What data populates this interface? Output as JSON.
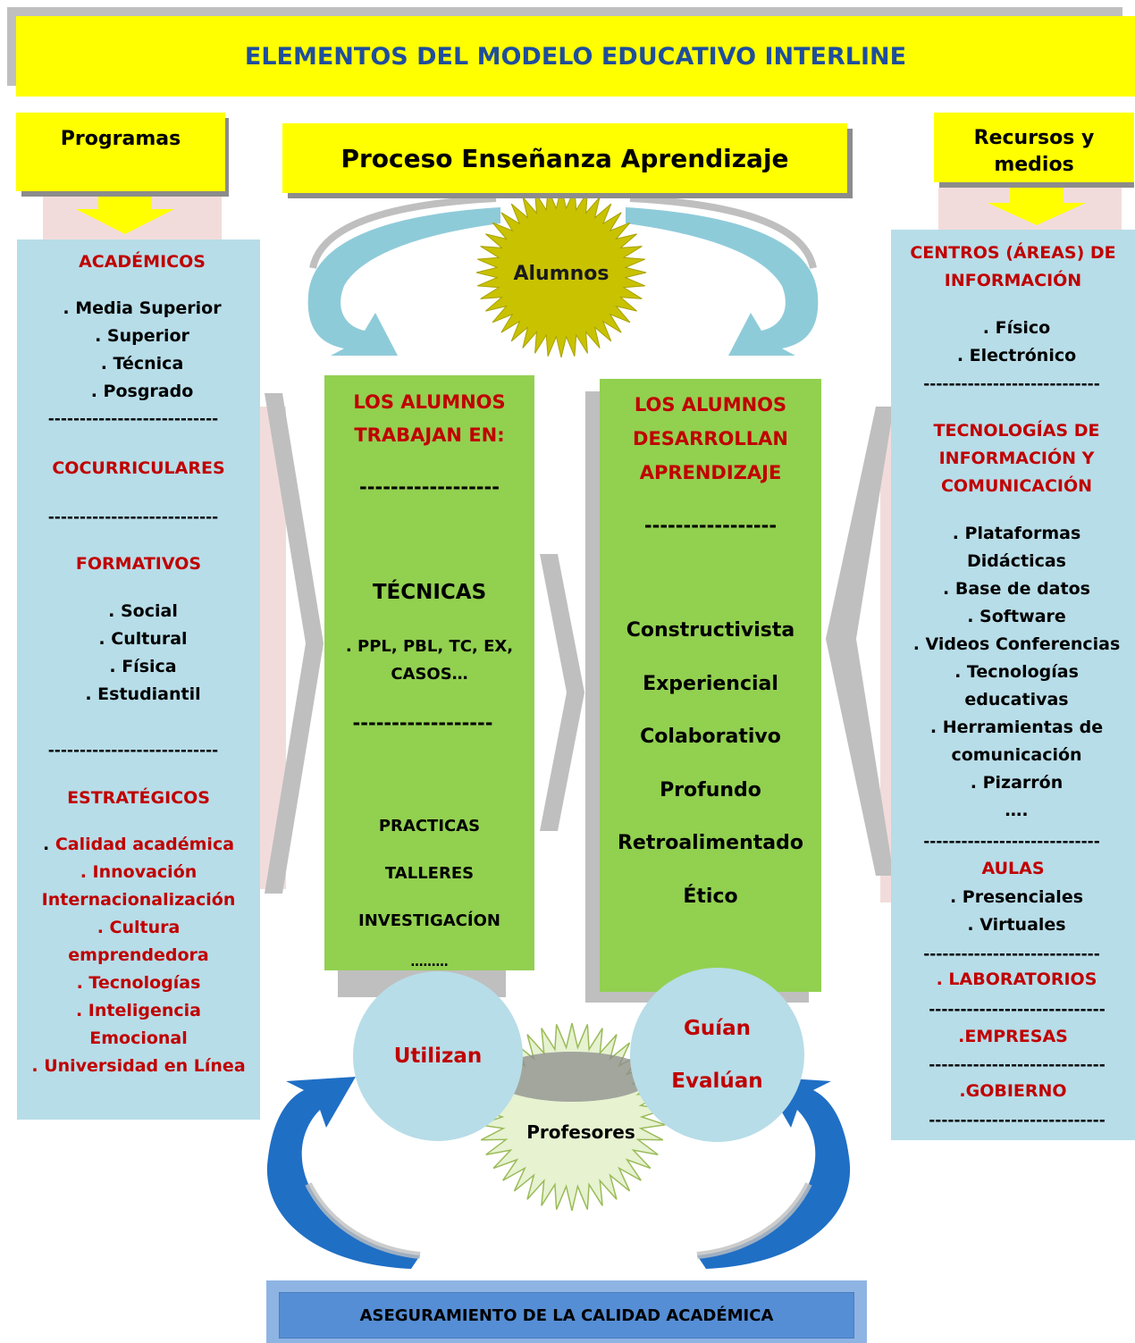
{
  "title": "ELEMENTOS DEL MODELO EDUCATIVO INTERLINE",
  "headers": {
    "programas": "Programas",
    "proceso": "Proceso Enseñanza Aprendizaje",
    "recursos_line1": "Recursos y",
    "recursos_line2": "medios"
  },
  "alumnos": "Alumnos",
  "profesores": "Profesores",
  "left_panel": {
    "academicos": "ACADÉMICOS",
    "academicos_items": [
      ". Media Superior",
      ". Superior",
      ". Técnica",
      ". Posgrado"
    ],
    "separator": "---------------------------",
    "cocurriculares": "COCURRICULARES",
    "formativos": "FORMATIVOS",
    "formativos_items": [
      ". Social",
      ". Cultural",
      ". Física",
      ". Estudiantil"
    ],
    "estrategicos": "ESTRATÉGICOS",
    "estrategicos_items": [
      {
        "dot": ". ",
        "text": "Calidad académica"
      },
      {
        "dot": "",
        "text": ". Innovación"
      },
      {
        "dot": "",
        "text": "Internacionalización"
      },
      {
        "dot": "",
        "text": ". Cultura"
      },
      {
        "dot": "",
        "text": "emprendedora"
      },
      {
        "dot": "",
        "text": ". Tecnologías"
      },
      {
        "dot": "",
        "text": ". Inteligencia"
      },
      {
        "dot": "",
        "text": "Emocional"
      },
      {
        "dot": "",
        "text": ". Universidad en Línea"
      }
    ]
  },
  "center_left": {
    "heading": [
      "LOS ALUMNOS",
      "TRABAJAN EN:"
    ],
    "separator": "------------------",
    "tecnicas": "TÉCNICAS",
    "tecnicas_detail": [
      ". PPL, PBL, TC, EX,",
      "CASOS…"
    ],
    "items": [
      "PRACTICAS",
      "TALLERES",
      "INVESTIGACÍON",
      "………"
    ]
  },
  "center_right": {
    "heading": [
      "LOS ALUMNOS",
      "DESARROLLAN",
      "APRENDIZAJE"
    ],
    "separator": "-----------------",
    "items": [
      "Constructivista",
      "Experiencial",
      "Colaborativo",
      "Profundo",
      "Retroalimentado",
      "Ético"
    ]
  },
  "circles": {
    "left": "Utilizan",
    "right_line1": "Guían",
    "right_line2": "Evalúan"
  },
  "right_panel": {
    "centros": [
      "CENTROS (ÁREAS) DE",
      "INFORMACIÓN"
    ],
    "centros_items": [
      ". Físico",
      ". Electrónico"
    ],
    "separator": "----------------------------",
    "tecnologias": [
      "TECNOLOGÍAS DE",
      "INFORMACIÓN Y",
      "COMUNICACIÓN"
    ],
    "tecnologias_items": [
      ". Plataformas",
      "Didácticas",
      ". Base de datos",
      ". Software",
      ". Videos Conferencias",
      ". Tecnologías",
      "educativas",
      ". Herramientas de",
      "comunicación",
      ". Pizarrón",
      "…."
    ],
    "aulas": "AULAS",
    "aulas_items": [
      ". Presenciales",
      ". Virtuales"
    ],
    "laboratorios": ". LABORATORIOS",
    "empresas": ".EMPRESAS",
    "gobierno": ".GOBIERNO"
  },
  "footer": "ASEGURAMIENTO DE LA CALIDAD ACADÉMICA",
  "colors": {
    "yellow": "#ffff00",
    "title_text": "#1f4e9b",
    "panel_blue": "#b7dde8",
    "green": "#92d050",
    "red_text": "#c00000",
    "arrow_blue": "#1f6fc5",
    "arrow_light": "#8ecbd9",
    "footer": "#558ed5"
  }
}
